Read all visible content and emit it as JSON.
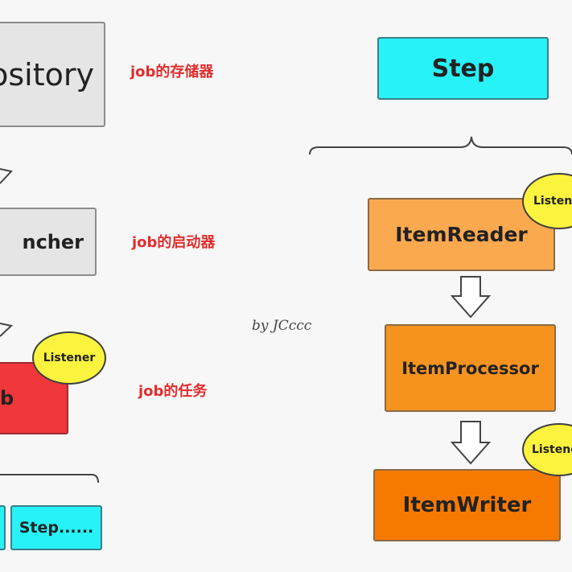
{
  "left": {
    "repository_label": "pository",
    "repository_note": "job的存储器",
    "launcher_label": "ncher",
    "launcher_note": "job的启动器",
    "job_label": "b",
    "job_note": "job的任务",
    "job_listener": "Listener",
    "step_label": "Step......"
  },
  "right": {
    "step_label": "Step",
    "reader_label": "ItemReader",
    "reader_listener": "Listen",
    "processor_label": "ItemProcessor",
    "writer_label": "ItemWriter",
    "writer_listener": "Listene"
  },
  "credit": "by JCccc",
  "colors": {
    "repository": "#e5e5e5",
    "step": "#27f2f7",
    "job": "#f0373c",
    "reader": "#fba94f",
    "processor": "#f6931f",
    "writer": "#f77a00",
    "listener": "#fbf33e",
    "note_text": "#e02e2e"
  }
}
